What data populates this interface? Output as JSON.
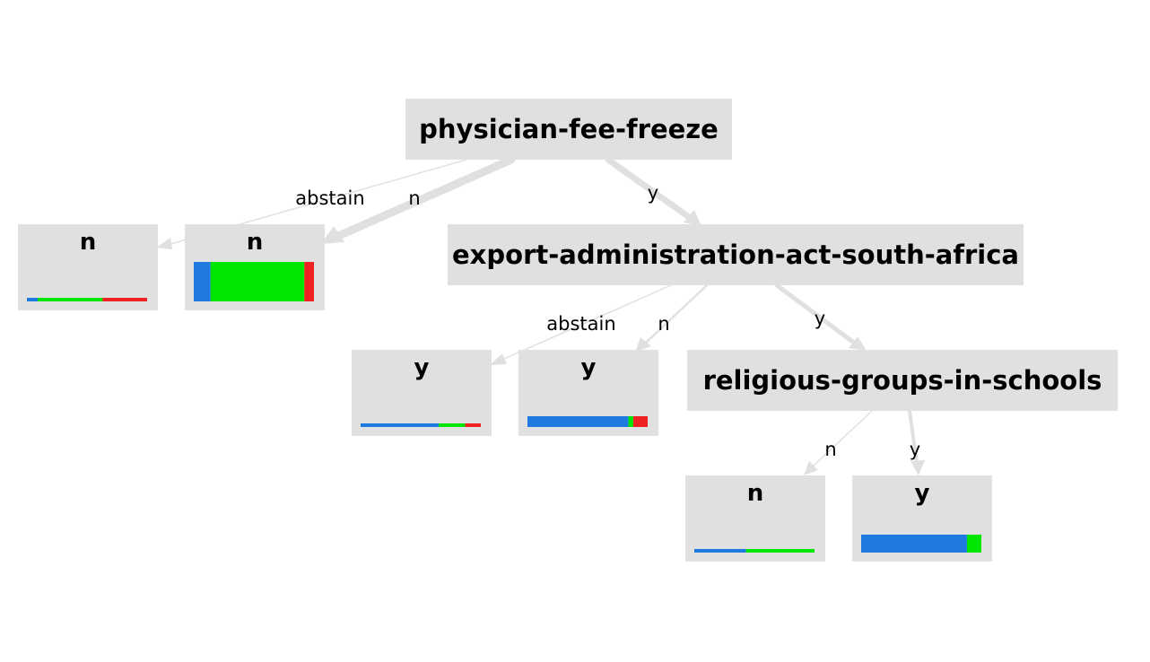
{
  "colors": {
    "node_bg": "#e0e0e0",
    "edge": "#e0e0e0",
    "class_blue": "#1f7ae0",
    "class_green": "#00e600",
    "class_red": "#ee2222"
  },
  "nodes": {
    "root": {
      "label": "physician-fee-freeze"
    },
    "export": {
      "label": "export-administration-act-south-africa"
    },
    "religious": {
      "label": "religious-groups-in-schools"
    },
    "leaf_abstain_1": {
      "label": "n",
      "dist": [
        0.09,
        0.54,
        0.37
      ],
      "weight": 0.08
    },
    "leaf_n_1": {
      "label": "n",
      "dist": [
        0.14,
        0.78,
        0.08
      ],
      "weight": 1.0
    },
    "leaf_abstain_2": {
      "label": "y",
      "dist": [
        0.65,
        0.22,
        0.13
      ],
      "weight": 0.1
    },
    "leaf_n_2": {
      "label": "y",
      "dist": [
        0.84,
        0.04,
        0.12
      ],
      "weight": 0.28
    },
    "leaf_n_3": {
      "label": "n",
      "dist": [
        0.43,
        0.57,
        0.0
      ],
      "weight": 0.07
    },
    "leaf_y_3": {
      "label": "y",
      "dist": [
        0.88,
        0.12,
        0.0
      ],
      "weight": 0.45
    }
  },
  "edges": {
    "root_abstain": "abstain",
    "root_n": "n",
    "root_y": "y",
    "export_abstain": "abstain",
    "export_n": "n",
    "export_y": "y",
    "religious_n": "n",
    "religious_y": "y"
  }
}
